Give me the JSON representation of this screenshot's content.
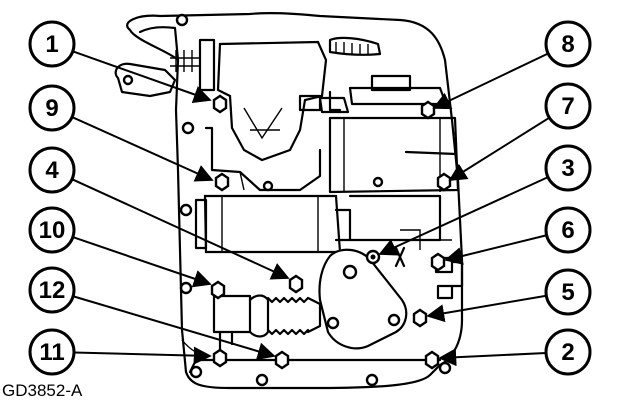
{
  "figure_code": "GD3852-A",
  "callouts": [
    {
      "label": "1",
      "name": "callout-1"
    },
    {
      "label": "8",
      "name": "callout-8"
    },
    {
      "label": "9",
      "name": "callout-9"
    },
    {
      "label": "7",
      "name": "callout-7"
    },
    {
      "label": "4",
      "name": "callout-4"
    },
    {
      "label": "3",
      "name": "callout-3"
    },
    {
      "label": "10",
      "name": "callout-10"
    },
    {
      "label": "6",
      "name": "callout-6"
    },
    {
      "label": "12",
      "name": "callout-12"
    },
    {
      "label": "5",
      "name": "callout-5"
    },
    {
      "label": "11",
      "name": "callout-11"
    },
    {
      "label": "2",
      "name": "callout-2"
    }
  ]
}
